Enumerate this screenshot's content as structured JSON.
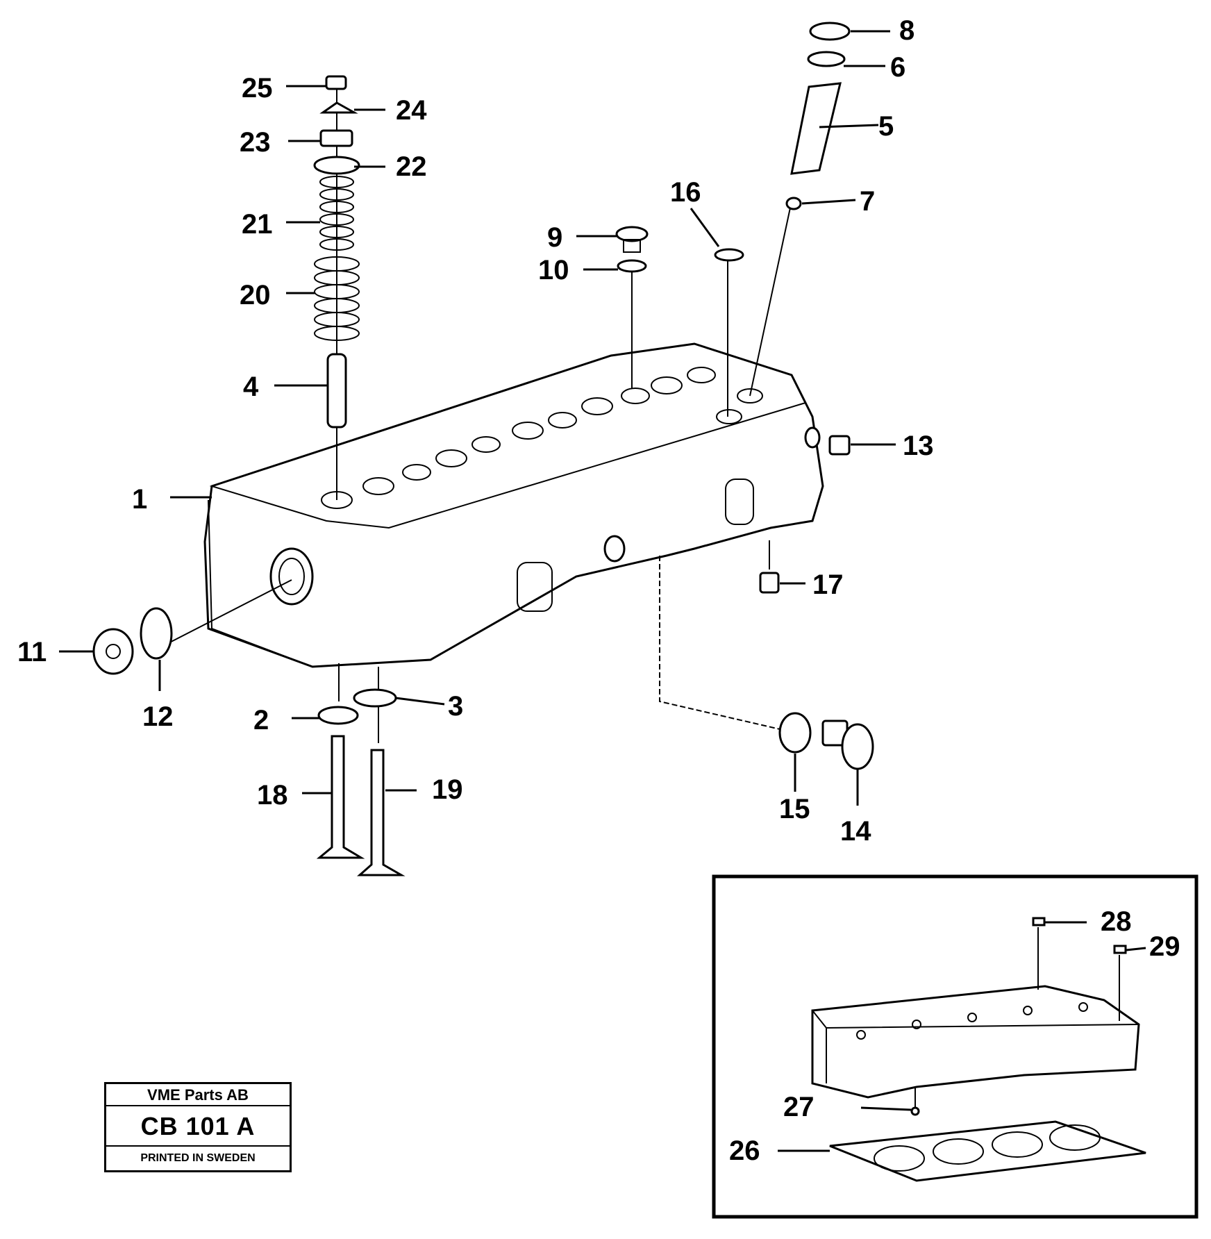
{
  "callouts": {
    "c1": "1",
    "c2": "2",
    "c3": "3",
    "c4": "4",
    "c5": "5",
    "c6": "6",
    "c7": "7",
    "c8": "8",
    "c9": "9",
    "c10": "10",
    "c11": "11",
    "c12": "12",
    "c13": "13",
    "c14": "14",
    "c15": "15",
    "c16": "16",
    "c17": "17",
    "c18": "18",
    "c19": "19",
    "c20": "20",
    "c21": "21",
    "c22": "22",
    "c23": "23",
    "c24": "24",
    "c25": "25",
    "c26": "26",
    "c27": "27",
    "c28": "28",
    "c29": "29"
  },
  "title_block": {
    "company": "VME Parts AB",
    "drawing_number": "CB 101  A",
    "print_note": "PRINTED IN SWEDEN"
  }
}
